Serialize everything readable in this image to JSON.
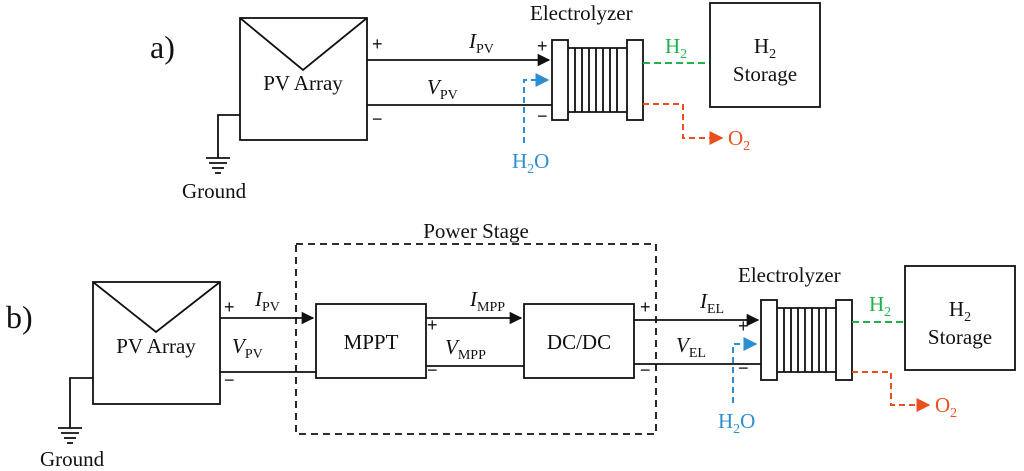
{
  "colors": {
    "h2": "#22b24c",
    "o2": "#e8501f",
    "h2o": "#2e8fd0",
    "ink": "#111111"
  },
  "panel_a": {
    "tag": "a)",
    "pv_array": "PV Array",
    "ground": "Ground",
    "electrolyzer": "Electrolyzer",
    "storage_line1": "H",
    "storage_sub": "2",
    "storage_line2": "Storage",
    "i_pv": {
      "main": "I",
      "sub": "PV"
    },
    "v_pv": {
      "main": "V",
      "sub": "PV"
    },
    "h2": {
      "main": "H",
      "sub": "2"
    },
    "o2": {
      "main": "O",
      "sub": "2"
    },
    "h2o": {
      "main": "H",
      "sub": "2",
      "tail": "O"
    },
    "plus": "+",
    "minus": "−"
  },
  "panel_b": {
    "tag": "b)",
    "pv_array": "PV Array",
    "ground": "Ground",
    "power_stage": "Power Stage",
    "mppt": "MPPT",
    "dcdc": "DC/DC",
    "electrolyzer": "Electrolyzer",
    "storage_line1": "H",
    "storage_sub": "2",
    "storage_line2": "Storage",
    "i_pv": {
      "main": "I",
      "sub": "PV"
    },
    "v_pv": {
      "main": "V",
      "sub": "PV"
    },
    "i_mpp": {
      "main": "I",
      "sub": "MPP"
    },
    "v_mpp": {
      "main": "V",
      "sub": "MPP"
    },
    "i_el": {
      "main": "I",
      "sub": "EL"
    },
    "v_el": {
      "main": "V",
      "sub": "EL"
    },
    "h2": {
      "main": "H",
      "sub": "2"
    },
    "o2": {
      "main": "O",
      "sub": "2"
    },
    "h2o": {
      "main": "H",
      "sub": "2",
      "tail": "O"
    },
    "plus": "+",
    "minus": "−"
  }
}
